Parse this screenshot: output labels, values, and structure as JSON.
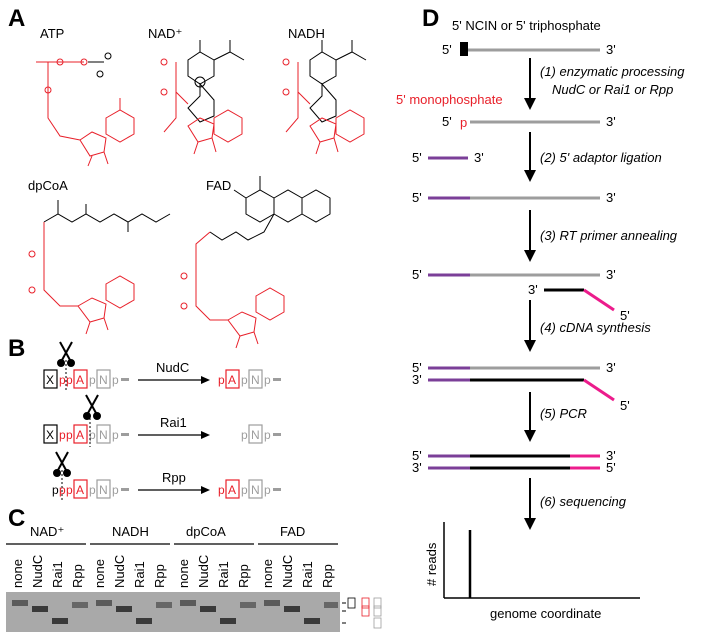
{
  "colors": {
    "red": "#e8202a",
    "magenta": "#ec1c8c",
    "purple": "#7b3f98",
    "gray": "#9d9d9d",
    "black": "#000000"
  },
  "panel_a": {
    "label": "A",
    "molecules": [
      "ATP",
      "NAD⁺",
      "NADH",
      "dpCoA",
      "FAD"
    ]
  },
  "panel_b": {
    "label": "B",
    "rows": [
      {
        "enzyme": "NudC"
      },
      {
        "enzyme": "Rai1"
      },
      {
        "enzyme": "Rpp"
      }
    ]
  },
  "panel_c": {
    "label": "C",
    "groups": [
      "NAD⁺",
      "NADH",
      "dpCoA",
      "FAD"
    ],
    "lanes": [
      "none",
      "NudC",
      "Rai1",
      "Rpp"
    ]
  },
  "panel_d": {
    "label": "D",
    "title": "5' NCIN or 5' triphosphate",
    "end5": "5'",
    "end3": "3'",
    "mono_label": "5' monophosphate",
    "p_label": "p",
    "steps": [
      {
        "label": "(1) enzymatic processing",
        "sub": "NudC or Rai1 or Rpp"
      },
      {
        "label": "(2) 5' adaptor ligation"
      },
      {
        "label": "(3) RT primer annealing"
      },
      {
        "label": "(4) cDNA synthesis"
      },
      {
        "label": "(5) PCR"
      },
      {
        "label": "(6) sequencing"
      }
    ],
    "ylabel": "# reads",
    "xlabel": "genome coordinate"
  },
  "glyphs": {
    "nucleotide_letters": [
      "X",
      "A",
      "N"
    ],
    "phosphate": "p"
  }
}
